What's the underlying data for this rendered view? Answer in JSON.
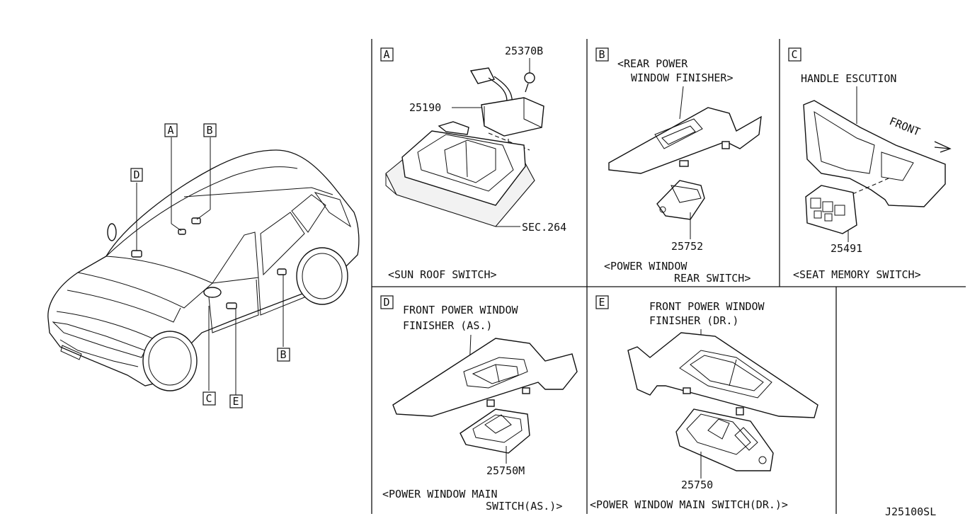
{
  "car_view": {
    "callouts": [
      "D",
      "A",
      "B",
      "B",
      "C",
      "E"
    ]
  },
  "panel_a": {
    "letter": "A",
    "part_25370b": "25370B",
    "part_25190": "25190",
    "ref_sec": "SEC.264",
    "caption": "<SUN ROOF SWITCH>"
  },
  "panel_b": {
    "letter": "B",
    "finisher_line1": "<REAR POWER",
    "finisher_line2": "WINDOW FINISHER>",
    "part_25752": "25752",
    "caption_line1": "<POWER WINDOW",
    "caption_line2": "REAR SWITCH>"
  },
  "panel_c": {
    "letter": "C",
    "escution": "HANDLE ESCUTION",
    "front": "FRONT",
    "part_25491": "25491",
    "caption": "<SEAT MEMORY SWITCH>"
  },
  "panel_d": {
    "letter": "D",
    "finisher_line1": "FRONT POWER WINDOW",
    "finisher_line2": "FINISHER (AS.)",
    "part_25750m": "25750M",
    "caption_line1": "<POWER WINDOW MAIN",
    "caption_line2": "SWITCH(AS.)>"
  },
  "panel_e": {
    "letter": "E",
    "finisher_line1": "FRONT POWER WINDOW",
    "finisher_line2": "FINISHER (DR.)",
    "part_25750": "25750",
    "caption": "<POWER WINDOW MAIN SWITCH(DR.)>"
  },
  "diagram_code": "J25100SL"
}
